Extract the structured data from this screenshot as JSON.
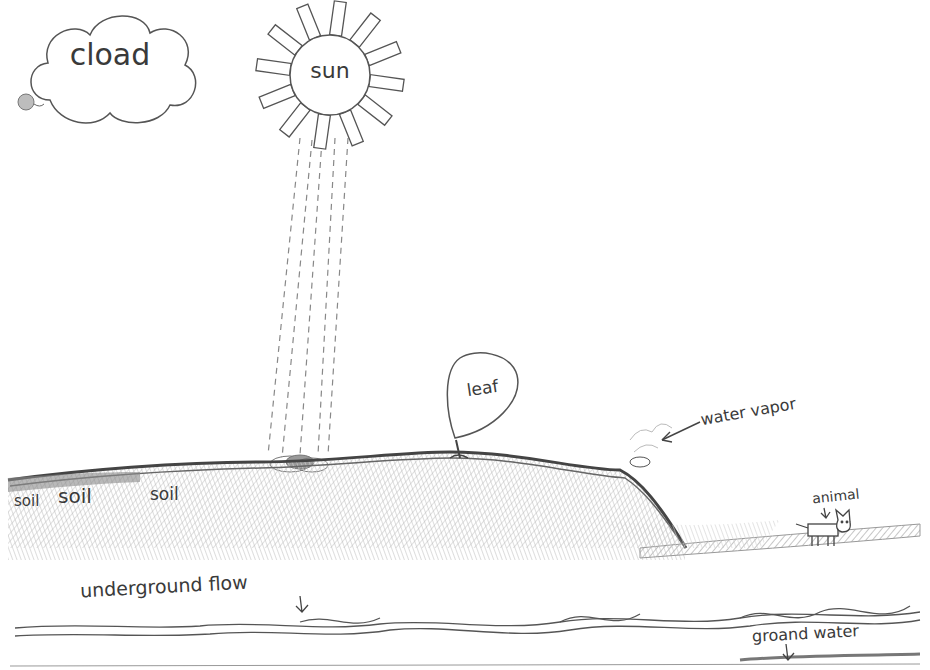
{
  "diagram": {
    "nodes": [
      {
        "text": [
          "cload"
        ]
      },
      {
        "text": [
          "sun"
        ]
      },
      {
        "text": [
          "leaf"
        ]
      }
    ],
    "labels": [
      "soil",
      "soil",
      "soil",
      "water vapor",
      "animal",
      "underground flow",
      "groand water"
    ]
  }
}
